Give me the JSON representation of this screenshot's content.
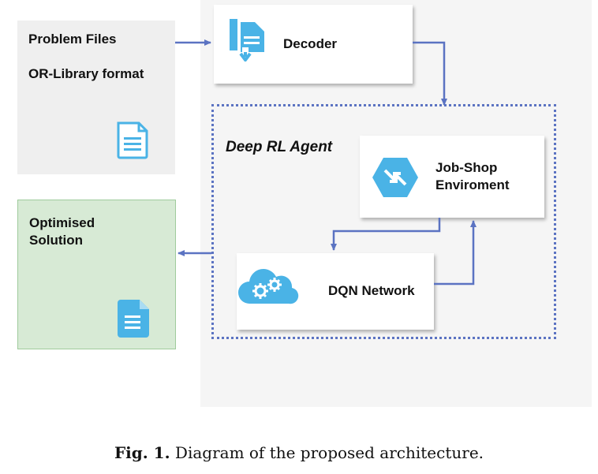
{
  "problem_box": {
    "line1": "Problem Files",
    "line2": "OR-Library format",
    "icon": "document-icon"
  },
  "decoder": {
    "label": "Decoder",
    "icon": "decoder-icon"
  },
  "agent": {
    "title": "Deep RL Agent"
  },
  "jobshop": {
    "label_line1": "Job-Shop",
    "label_line2": "Enviroment",
    "icon": "exchange-icon"
  },
  "dqn": {
    "label": "DQN Network",
    "icon": "cloud-gears-icon"
  },
  "solution_box": {
    "line1": "Optimised",
    "line2": "Solution",
    "icon": "document-icon"
  },
  "caption": {
    "prefix": "Fig. 1.",
    "text": "Diagram of the proposed architecture."
  },
  "colors": {
    "arrow": "#5b73c2",
    "icon_blue": "#4ab3e6",
    "solution_fill": "#d7ead5",
    "solution_border": "#9fcb9c",
    "problem_fill": "#efefef"
  }
}
